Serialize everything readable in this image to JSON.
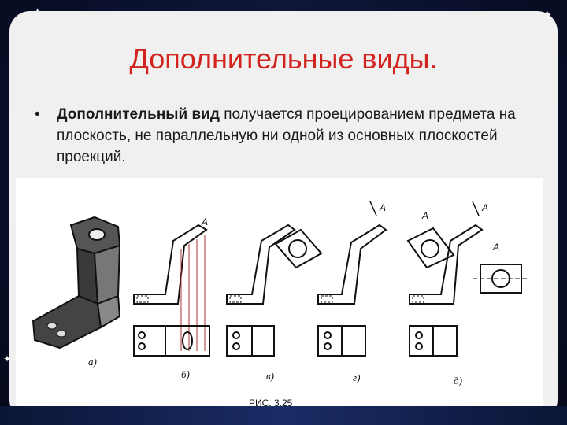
{
  "slide": {
    "title": "Дополнительные виды.",
    "bullet": {
      "marker": "•",
      "term": "Дополнительный вид",
      "text": " получается проецированием предмета на плоскость, не параллельную ни одной из основных плоскостей проекций."
    }
  },
  "figure": {
    "labels": [
      "а)",
      "б)",
      "в)",
      "г)",
      "д)"
    ],
    "view_marks": [
      "A",
      "A",
      "A",
      "A",
      "A"
    ],
    "caption": "РИС. 3.25"
  },
  "colors": {
    "title": "#d2231e",
    "background": "#0b1230",
    "card": "#f0f0f0"
  }
}
